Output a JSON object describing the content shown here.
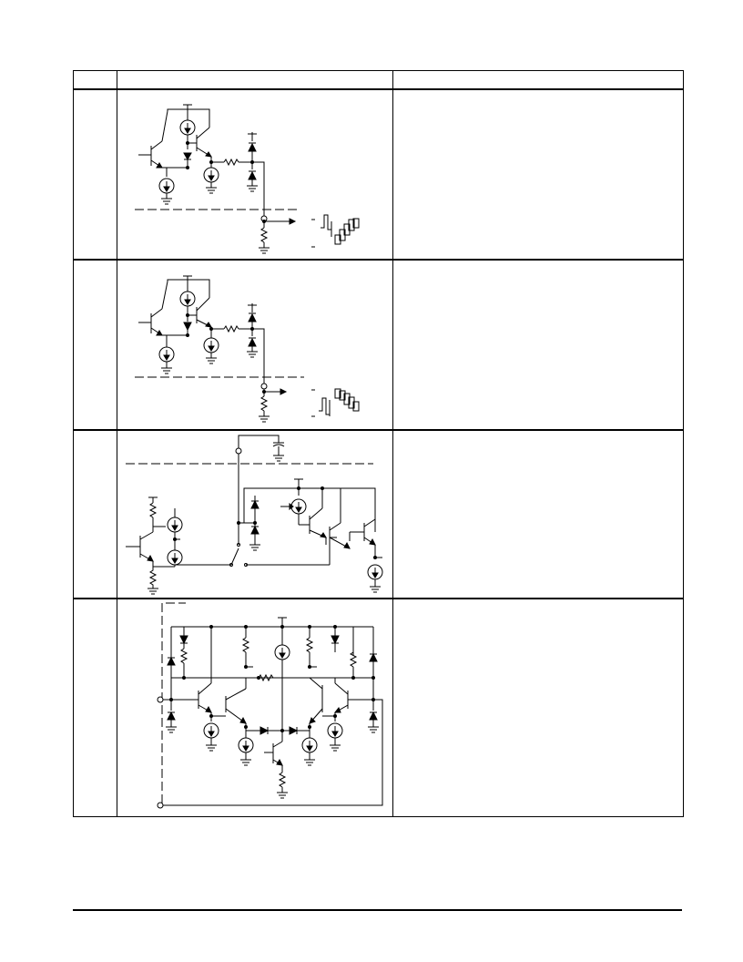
{
  "table": {
    "headers": [
      "",
      "",
      ""
    ],
    "rows": [
      {
        "id": 1,
        "label": "",
        "description": ""
      },
      {
        "id": 2,
        "label": "",
        "description": ""
      },
      {
        "id": 3,
        "label": "",
        "description": ""
      },
      {
        "id": 4,
        "label": "",
        "description": ""
      }
    ]
  },
  "icons": {
    "schematic_1": "output-stage-schematic-icon",
    "schematic_2": "output-stage-schematic-icon",
    "schematic_3": "sample-hold-schematic-icon",
    "schematic_4": "differential-input-schematic-icon",
    "waveform_1": "rising-staircase-waveform-icon",
    "waveform_2": "falling-staircase-waveform-icon"
  }
}
